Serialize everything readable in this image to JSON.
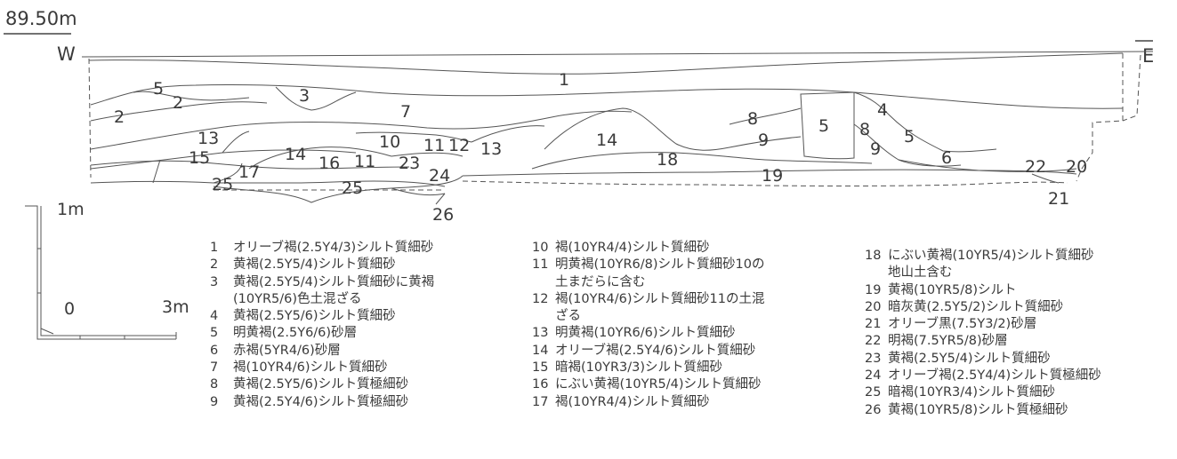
{
  "section": {
    "elevation": "89.50m",
    "west": "W",
    "east": "E",
    "layer_labels": [
      "1",
      "2",
      "5",
      "2",
      "3",
      "7",
      "8",
      "4",
      "5",
      "8",
      "5",
      "9",
      "9",
      "13",
      "10",
      "11",
      "12",
      "13",
      "14",
      "15",
      "14",
      "16",
      "11",
      "23",
      "18",
      "17",
      "24",
      "19",
      "6",
      "22",
      "20",
      "25",
      "25",
      "21",
      "26"
    ]
  },
  "scale": {
    "meter": "1m",
    "zero": "0",
    "three": "3m"
  },
  "legend": {
    "col1": [
      {
        "num": "1",
        "text": "オリーブ褐(2.5Y4/3)シルト質細砂"
      },
      {
        "num": "2",
        "text": "黄褐(2.5Y5/4)シルト質細砂"
      },
      {
        "num": "3",
        "text": "黄褐(2.5Y5/4)シルト質細砂に黄褐\n(10YR5/6)色土混ざる"
      },
      {
        "num": "4",
        "text": "黄褐(2.5Y5/6)シルト質細砂"
      },
      {
        "num": "5",
        "text": "明黄褐(2.5Y6/6)砂層"
      },
      {
        "num": "6",
        "text": "赤褐(5YR4/6)砂層"
      },
      {
        "num": "7",
        "text": "褐(10YR4/6)シルト質細砂"
      },
      {
        "num": "8",
        "text": "黄褐(2.5Y5/6)シルト質極細砂"
      },
      {
        "num": "9",
        "text": "黄褐(2.5Y4/6)シルト質極細砂"
      }
    ],
    "col2": [
      {
        "num": "10",
        "text": "褐(10YR4/4)シルト質細砂"
      },
      {
        "num": "11",
        "text": "明黄褐(10YR6/8)シルト質細砂10の\n土まだらに含む"
      },
      {
        "num": "12",
        "text": "褐(10YR4/6)シルト質細砂11の土混\nざる"
      },
      {
        "num": "13",
        "text": "明黄褐(10YR6/6)シルト質細砂"
      },
      {
        "num": "14",
        "text": "オリーブ褐(2.5Y4/6)シルト質細砂"
      },
      {
        "num": "15",
        "text": "暗褐(10YR3/3)シルト質細砂"
      },
      {
        "num": "16",
        "text": "にぶい黄褐(10YR5/4)シルト質細砂"
      },
      {
        "num": "17",
        "text": "褐(10YR4/4)シルト質細砂"
      }
    ],
    "col3": [
      {
        "num": "18",
        "text": "にぶい黄褐(10YR5/4)シルト質細砂\n地山土含む"
      },
      {
        "num": "19",
        "text": "黄褐(10YR5/8)シルト"
      },
      {
        "num": "20",
        "text": "暗灰黄(2.5Y5/2)シルト質細砂"
      },
      {
        "num": "21",
        "text": "オリーブ黒(7.5Y3/2)砂層"
      },
      {
        "num": "22",
        "text": "明褐(7.5YR5/8)砂層"
      },
      {
        "num": "23",
        "text": "黄褐(2.5Y5/4)シルト質細砂"
      },
      {
        "num": "24",
        "text": "オリーブ褐(2.5Y4/4)シルト質極細砂"
      },
      {
        "num": "25",
        "text": "暗褐(10YR3/4)シルト質細砂"
      },
      {
        "num": "26",
        "text": "黄褐(10YR5/8)シルト質極細砂"
      }
    ]
  }
}
